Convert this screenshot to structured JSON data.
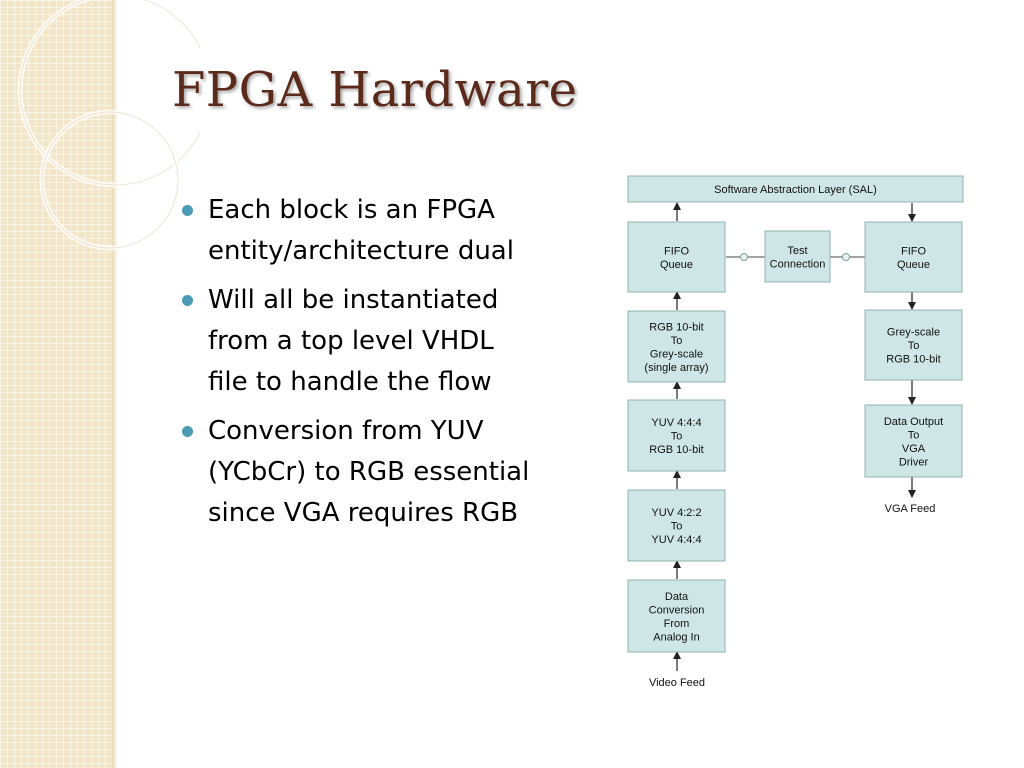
{
  "slide": {
    "title": "FPGA Hardware",
    "bullets": [
      "Each block is an FPGA entity/architecture dual",
      "Will all be instantiated from a top level VHDL file to handle the flow",
      "Conversion from YUV (YCbCr) to RGB essential since VGA requires RGB"
    ]
  },
  "colors": {
    "title": "#5b2a1a",
    "bullet": "#4a9bb3",
    "block_fill": "#cfe6e6",
    "block_border": "#8fb3b3",
    "sidebar": "#f3e6c8"
  },
  "diagram": {
    "blocks": {
      "sal": [
        "Software Abstraction Layer (SAL)"
      ],
      "fifo_in": [
        "FIFO",
        "Queue"
      ],
      "test": [
        "Test",
        "Connection"
      ],
      "fifo_out": [
        "FIFO",
        "Queue"
      ],
      "rgb_grey": [
        "RGB 10-bit",
        "To",
        "Grey-scale",
        "(single array)"
      ],
      "grey_rgb": [
        "Grey-scale",
        "To",
        "RGB 10-bit"
      ],
      "yuv444_rgb": [
        "YUV 4:4:4",
        "To",
        "RGB 10-bit"
      ],
      "data_out": [
        "Data Output",
        "To",
        "VGA",
        "Driver"
      ],
      "yuv422_444": [
        "YUV 4:2:2",
        "To",
        "YUV 4:4:4"
      ],
      "data_conv": [
        "Data",
        "Conversion",
        "From",
        "Analog In"
      ]
    },
    "labels": {
      "video_feed": "Video Feed",
      "vga_feed": "VGA Feed"
    }
  }
}
